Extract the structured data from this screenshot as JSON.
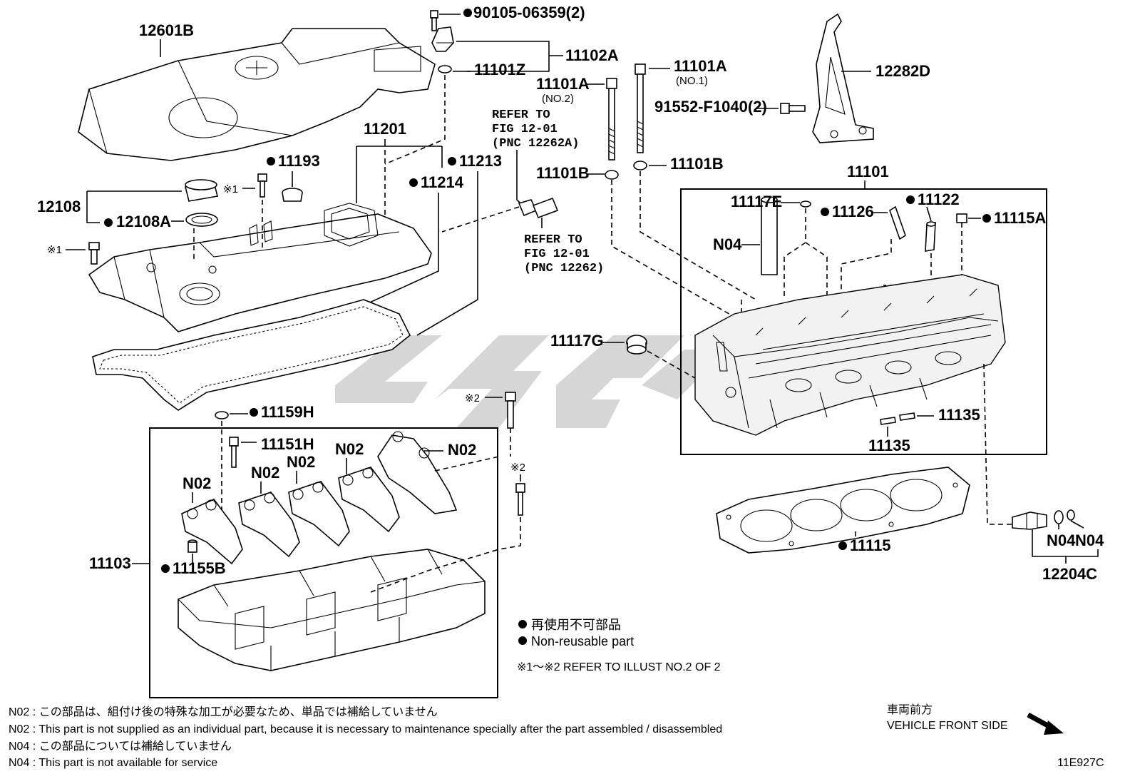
{
  "callouts": {
    "p12601B": "12601B",
    "p90105": "90105-06359(2)",
    "p11102A": "11102A",
    "p11101Z": "11101Z",
    "p11101A_no1": "11101A",
    "no1": "(NO.1)",
    "p11101A_no2": "11101A",
    "no2": "(NO.2)",
    "p12282D": "12282D",
    "p91552": "91552-F1040(2)",
    "p11201": "11201",
    "p11193": "11193",
    "p11213": "11213",
    "p11214": "11214",
    "p12108": "12108",
    "p12108A": "12108A",
    "x1_top": "※1",
    "x1_left": "※1",
    "p11101B_left": "11101B",
    "p11101B_right": "11101B",
    "p11101": "11101",
    "p11117E": "11117E",
    "p11126": "11126",
    "p11122": "11122",
    "p11115A": "11115A",
    "pN04_top": "N04",
    "p11117G": "11117G",
    "p11135_right": "11135",
    "p11135_bottom": "11135",
    "p11159H": "11159H",
    "p11151H": "11151H",
    "x2_top": "※2",
    "x2_bottom": "※2",
    "pN02_a": "N02",
    "pN02_b": "N02",
    "pN02_c": "N02",
    "pN02_d": "N02",
    "pN02_e": "N02",
    "p11103": "11103",
    "p11155B": "11155B",
    "p11115": "11115",
    "pN04_a": "N04",
    "pN04_b": "N04",
    "p12204C": "12204C"
  },
  "refs": {
    "ref1_line1": "REFER TO",
    "ref1_line2": "FIG 12-01",
    "ref1_line3": "(PNC 12262A)",
    "ref2_line1": "REFER TO",
    "ref2_line2": "FIG 12-01",
    "ref2_line3": "(PNC 12262)"
  },
  "legend": {
    "non_reusable_jp": "再使用不可部品",
    "non_reusable_en": "Non-reusable part",
    "refer_illust": "※1～※2   REFER TO ILLUST NO.2 OF 2"
  },
  "notes": {
    "n02_jp": "N02 : この部品は、組付け後の特殊な加工が必要なため、単品では補給していません",
    "n02_en": "N02 : This part is not supplied as an individual part, because it is necessary to maintenance specially after the part assembled / disassembled",
    "n04_jp": "N04 : この部品については補給していません",
    "n04_en": "N04 : This part is not available for service"
  },
  "direction": {
    "jp": "車両前方",
    "en": "VEHICLE FRONT SIDE"
  },
  "figure_code": "11E927C"
}
